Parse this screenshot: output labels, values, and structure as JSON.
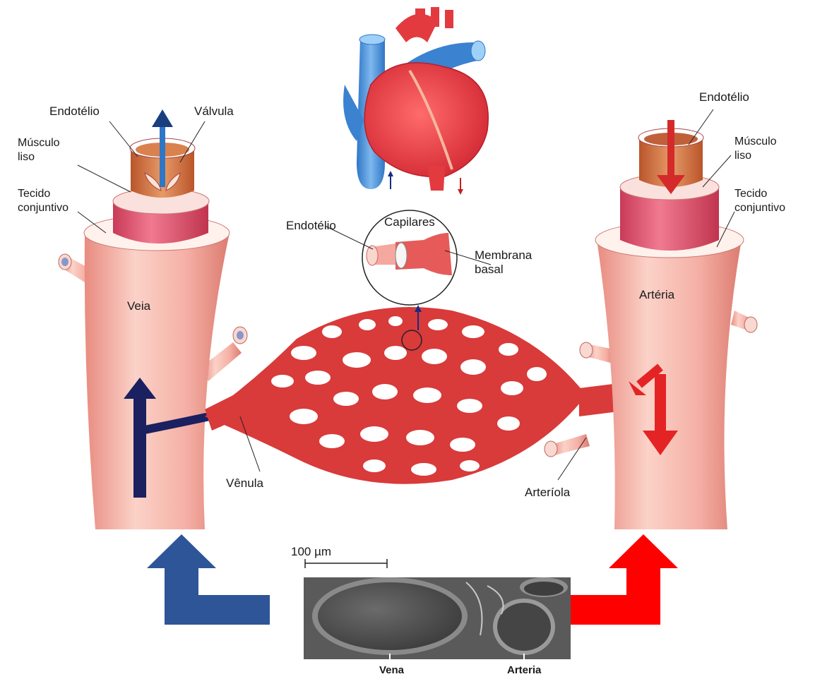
{
  "labels": {
    "endotelio": "Endotélio",
    "valvula": "Válvula",
    "musculo_liso": "Músculo\nliso",
    "tecido_conjuntivo": "Tecido\nconjuntivo",
    "veia": "Veia",
    "venula": "Vênula",
    "capilares": "Capilares",
    "membrana_basal": "Membrana\nbasal",
    "arteria": "Artéria",
    "arteriola": "Arteríola",
    "scale": "100 µm",
    "vena": "Vena",
    "arteria_micrograph": "Arteria"
  },
  "colors": {
    "vein_flow": "#2e5597",
    "artery_flow": "#ff0000",
    "vein_blue": "#4a90d9",
    "heart_red": "#e8363f",
    "vessel_pink": "#f4a9a0",
    "muscle": "#d9506a",
    "capillary": "#d93a3a",
    "dark_arrow": "#1a2060"
  }
}
